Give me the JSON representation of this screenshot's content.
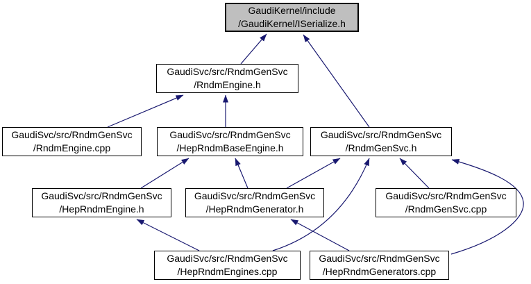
{
  "diagram": {
    "type": "include-dependency-graph",
    "background_color": "#ffffff",
    "edge_color": "#191970",
    "node_border_color": "#000000",
    "node_fill_color": "#ffffff",
    "highlight_fill_color": "#bfbfbf",
    "text_color": "#000000",
    "nodes": {
      "iserialize_h": {
        "line1": "GaudiKernel/include",
        "line2": "/GaudiKernel/ISerialize.h",
        "highlighted": true
      },
      "rndmengine_h": {
        "line1": "GaudiSvc/src/RndmGenSvc",
        "line2": "/RndmEngine.h"
      },
      "rndmengine_cpp": {
        "line1": "GaudiSvc/src/RndmGenSvc",
        "line2": "/RndmEngine.cpp"
      },
      "heprndmbaseengine_h": {
        "line1": "GaudiSvc/src/RndmGenSvc",
        "line2": "/HepRndmBaseEngine.h"
      },
      "rndmgensvc_h": {
        "line1": "GaudiSvc/src/RndmGenSvc",
        "line2": "/RndmGenSvc.h"
      },
      "heprndmengine_h": {
        "line1": "GaudiSvc/src/RndmGenSvc",
        "line2": "/HepRndmEngine.h"
      },
      "heprndmgenerator_h": {
        "line1": "GaudiSvc/src/RndmGenSvc",
        "line2": "/HepRndmGenerator.h"
      },
      "rndmgensvc_cpp": {
        "line1": "GaudiSvc/src/RndmGenSvc",
        "line2": "/RndmGenSvc.cpp"
      },
      "heprndmengines_cpp": {
        "line1": "GaudiSvc/src/RndmGenSvc",
        "line2": "/HepRndmEngines.cpp"
      },
      "heprndmgenerators_cpp": {
        "line1": "GaudiSvc/src/RndmGenSvc",
        "line2": "/HepRndmGenerators.cpp"
      }
    },
    "edges": [
      {
        "from": "rndmengine_h",
        "to": "iserialize_h"
      },
      {
        "from": "rndmgensvc_h",
        "to": "iserialize_h"
      },
      {
        "from": "rndmengine_cpp",
        "to": "rndmengine_h"
      },
      {
        "from": "heprndmbaseengine_h",
        "to": "rndmengine_h"
      },
      {
        "from": "heprndmengine_h",
        "to": "heprndmbaseengine_h"
      },
      {
        "from": "heprndmgenerator_h",
        "to": "heprndmbaseengine_h"
      },
      {
        "from": "heprndmgenerator_h",
        "to": "rndmgensvc_h"
      },
      {
        "from": "rndmgensvc_cpp",
        "to": "rndmgensvc_h"
      },
      {
        "from": "heprndmengines_cpp",
        "to": "rndmgensvc_h"
      },
      {
        "from": "heprndmgenerators_cpp",
        "to": "rndmgensvc_h"
      },
      {
        "from": "heprndmengines_cpp",
        "to": "heprndmengine_h"
      },
      {
        "from": "heprndmgenerators_cpp",
        "to": "heprndmgenerator_h"
      }
    ]
  }
}
